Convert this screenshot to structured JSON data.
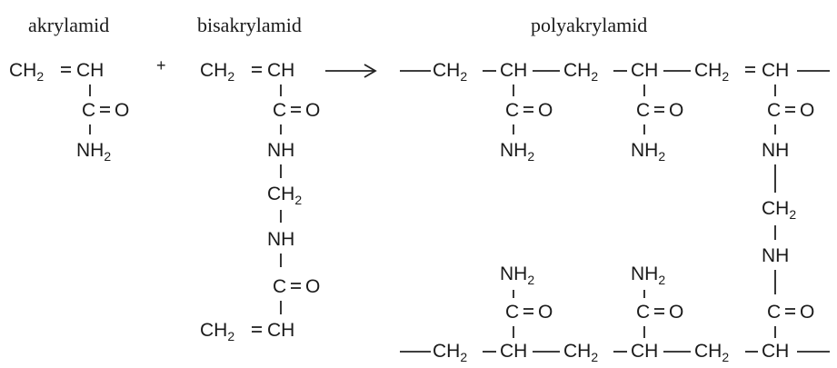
{
  "titles": {
    "akrylamid": "akrylamid",
    "bisakrylamid": "bisakrylamid",
    "polyakrylamid": "polyakrylamid"
  },
  "operators": {
    "plus": "+",
    "arrow": "→"
  },
  "groups": {
    "ch2": "CH",
    "ch": "CH",
    "co": "C",
    "o": "O",
    "nh": "NH",
    "nh2": "NH",
    "sub2": "2"
  }
}
